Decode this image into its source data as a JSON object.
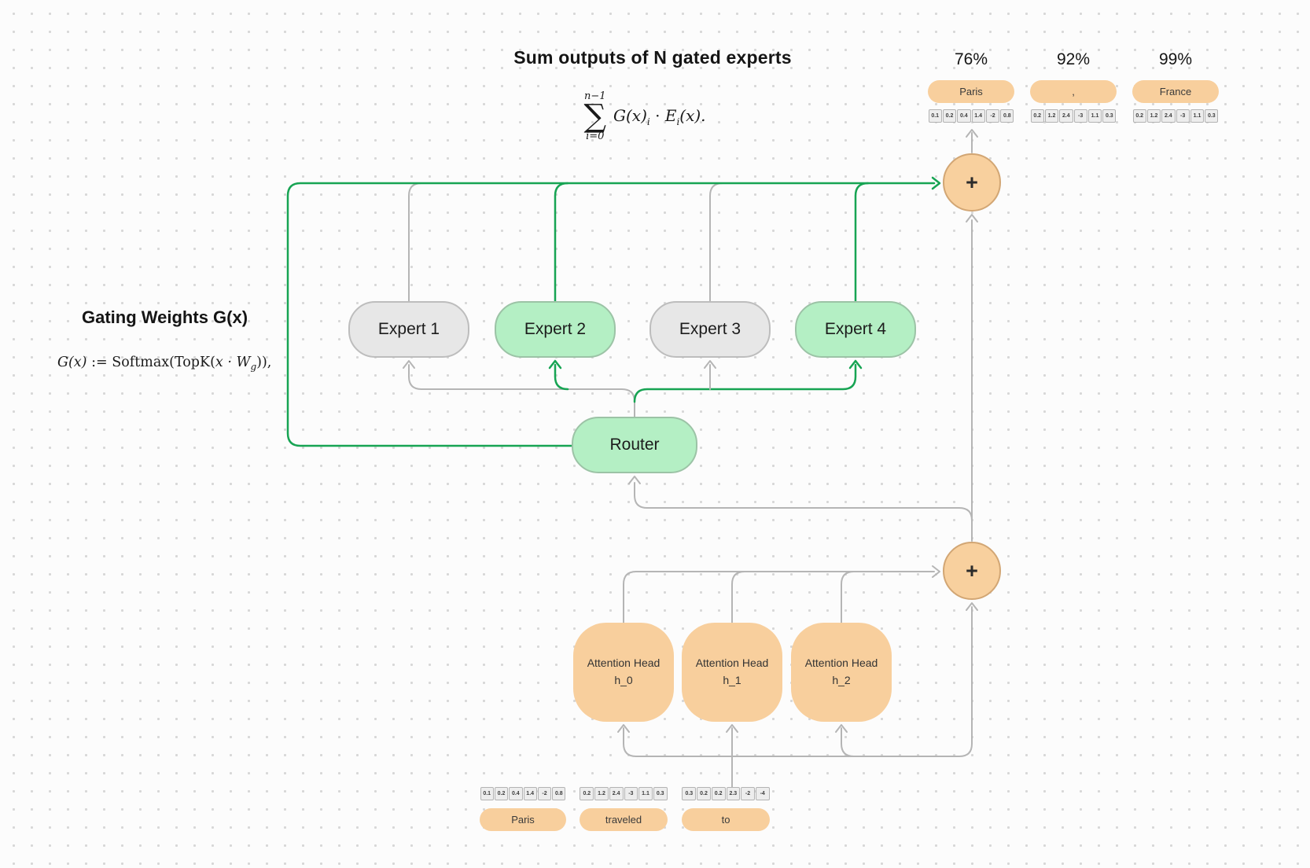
{
  "title": "Sum outputs of N gated experts",
  "plus_label": "+",
  "sum_formula": {
    "upper": "n−1",
    "sigma": "∑",
    "lower": "i=0",
    "g_term": "G(x)",
    "g_sub": "i",
    "dot": "·",
    "e_term": "E",
    "e_sub": "i",
    "e_arg": "(x)."
  },
  "gating": {
    "heading": "Gating Weights G(x)",
    "lhs": "G(x)",
    "assign": " := ",
    "ops": "Softmax(TopK(",
    "arg": "x · W",
    "arg_sub": "g",
    "close": ")),"
  },
  "router": {
    "label": "Router"
  },
  "experts": [
    {
      "label": "Expert 1",
      "active": false
    },
    {
      "label": "Expert 2",
      "active": true
    },
    {
      "label": "Expert 3",
      "active": false
    },
    {
      "label": "Expert 4",
      "active": true
    }
  ],
  "attention_heads": [
    {
      "line1": "Attention Head",
      "line2": "h_0"
    },
    {
      "line1": "Attention Head",
      "line2": "h_1"
    },
    {
      "line1": "Attention Head",
      "line2": "h_2"
    }
  ],
  "outputs": [
    {
      "prob": "76%",
      "token": "Paris",
      "vector": [
        "0.1",
        "0.2",
        "0.4",
        "1.4",
        "-2",
        "0.8"
      ]
    },
    {
      "prob": "92%",
      "token": ",",
      "vector": [
        "0.2",
        "1.2",
        "2.4",
        "-3",
        "1.1",
        "0.3"
      ]
    },
    {
      "prob": "99%",
      "token": "France",
      "vector": [
        "0.2",
        "1.2",
        "2.4",
        "-3",
        "1.1",
        "0.3"
      ]
    }
  ],
  "inputs": [
    {
      "token": "Paris",
      "vector": [
        "0.1",
        "0.2",
        "0.4",
        "1.4",
        "-2",
        "0.8"
      ]
    },
    {
      "token": "traveled",
      "vector": [
        "0.2",
        "1.2",
        "2.4",
        "-3",
        "1.1",
        "0.3"
      ]
    },
    {
      "token": "to",
      "vector": [
        "0.3",
        "0.2",
        "0.2",
        "2.3",
        "-2",
        "-4"
      ]
    }
  ],
  "colors": {
    "active_path_green": "#17a453",
    "inactive_line_gray": "#b5b5b5",
    "node_orange": "#f8cf9d",
    "node_green": "#b4efc4",
    "node_gray": "#e7e7e7"
  }
}
